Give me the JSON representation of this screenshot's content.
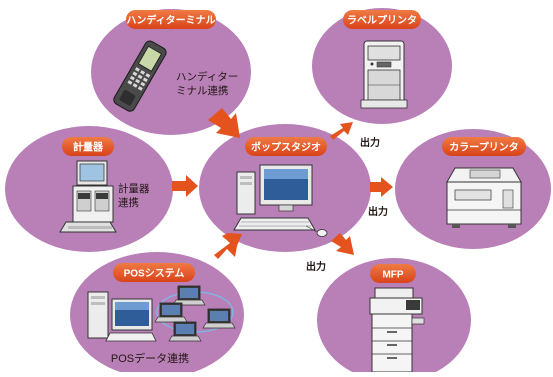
{
  "colors": {
    "ellipse": "#b97fb7",
    "pill": "#e4531d",
    "arrow": "#e4531d",
    "pill_text": "#ffffff",
    "body_text": "#231815"
  },
  "nodes": {
    "handy": {
      "title": "ハンディターミナル",
      "caption_line1": "ハンディター",
      "caption_line2": "ミナル連携",
      "icon": "handheld-terminal-icon"
    },
    "scale": {
      "title": "計量器",
      "caption_line1": "計量器",
      "caption_line2": "連携",
      "icon": "weighing-scale-icon"
    },
    "pos": {
      "title": "POSシステム",
      "caption": "POSデータ連携",
      "icon": "pos-network-icon"
    },
    "studio": {
      "title": "ポップスタジオ",
      "icon": "desktop-pc-icon"
    },
    "label_printer": {
      "title": "ラベルプリンタ",
      "icon": "label-printer-icon"
    },
    "color_printer": {
      "title": "カラープリンタ",
      "icon": "color-printer-icon"
    },
    "mfp": {
      "title": "MFP",
      "icon": "mfp-copier-icon"
    }
  },
  "output_labels": {
    "to_label": "出力",
    "to_color": "出力",
    "to_mfp": "出力"
  }
}
